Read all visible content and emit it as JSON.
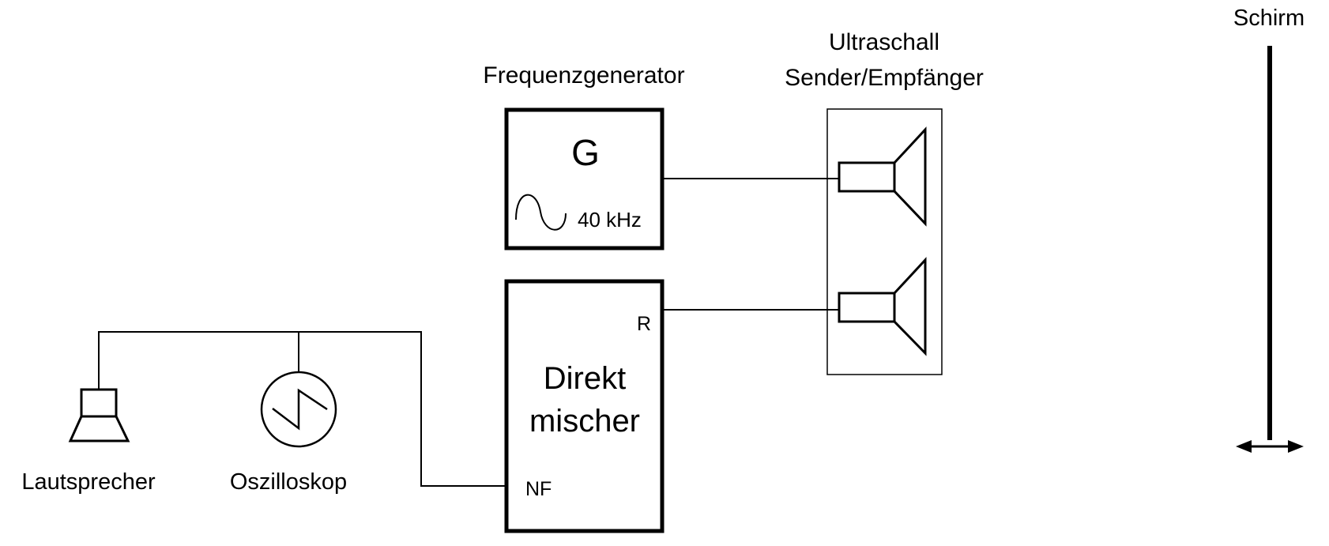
{
  "labels": {
    "frequency_generator": "Frequenzgenerator",
    "generator_symbol": "G",
    "generator_frequency": "40 kHz",
    "ultrasonic_line1": "Ultraschall",
    "ultrasonic_line2": "Sender/Empfänger",
    "mixer_line1": "Direkt",
    "mixer_line2": "mischer",
    "mixer_port_r": "R",
    "mixer_port_nf": "NF",
    "speaker": "Lautsprecher",
    "oscilloscope": "Oszilloskop",
    "screen": "Schirm"
  },
  "colors": {
    "stroke": "#000000",
    "background": "#ffffff"
  }
}
